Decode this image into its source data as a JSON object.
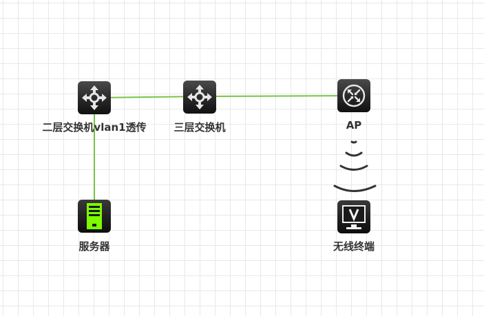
{
  "diagram": {
    "nodes": [
      {
        "id": "l2switch",
        "label": "二层交换机vlan1透传",
        "icon": "switch-icon"
      },
      {
        "id": "l3switch",
        "label": "三层交换机",
        "icon": "switch-icon"
      },
      {
        "id": "ap",
        "label": "AP",
        "icon": "router-icon"
      },
      {
        "id": "server",
        "label": "服务器",
        "icon": "server-icon"
      },
      {
        "id": "terminal",
        "label": "无线终端",
        "icon": "monitor-icon"
      }
    ],
    "links": [
      {
        "from": "l2switch",
        "to": "l3switch",
        "type": "wired"
      },
      {
        "from": "l3switch",
        "to": "ap",
        "type": "wired"
      },
      {
        "from": "l2switch",
        "to": "server",
        "type": "wired"
      },
      {
        "from": "ap",
        "to": "terminal",
        "type": "wireless"
      }
    ],
    "colors": {
      "link": "#76c442",
      "device_body": "#2a2a2a",
      "server_led": "#7cfc00",
      "label": "#333333",
      "grid": "#e8e8e8"
    }
  }
}
